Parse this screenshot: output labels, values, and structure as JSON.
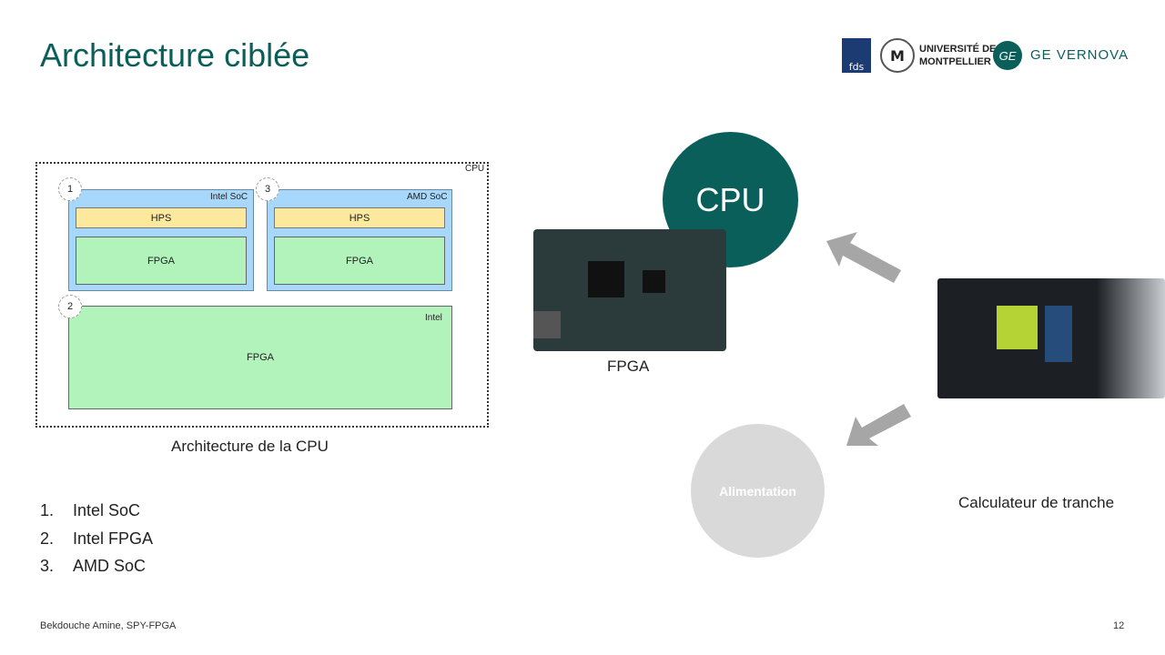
{
  "slide": {
    "title": "Architecture ciblée",
    "page_number": "12",
    "footer": "Bekdouche Amine, SPY-FPGA"
  },
  "logos": {
    "fds": "fds",
    "um_line1": "UNIVERSITÉ DE",
    "um_line2": "MONTPELLIER",
    "ge": "GE VERNOVA"
  },
  "diagram": {
    "frame_label": "CPU",
    "blocks": [
      {
        "number": "1",
        "label": "Intel SoC",
        "hps": "HPS",
        "fpga": "FPGA"
      },
      {
        "number": "3",
        "label": "AMD SoC",
        "hps": "HPS",
        "fpga": "FPGA"
      },
      {
        "number": "2",
        "label": "Intel",
        "fpga": "FPGA"
      }
    ],
    "caption": "Architecture de la CPU"
  },
  "list": [
    {
      "n": "1.",
      "t": "Intel SoC"
    },
    {
      "n": "2.",
      "t": "Intel FPGA"
    },
    {
      "n": "3.",
      "t": "AMD SoC"
    }
  ],
  "right": {
    "cpu": "CPU",
    "fpga_caption": "FPGA",
    "alimentation": "Alimentation",
    "device_caption": "Calculateur de tranche"
  },
  "colors": {
    "accent": "#0b5f5a",
    "soc": "#a7d8fc",
    "hps": "#fde99d",
    "fpga": "#b2f3bc",
    "arrow": "#a6a6a6",
    "alimentation": "#d9d9d9"
  }
}
